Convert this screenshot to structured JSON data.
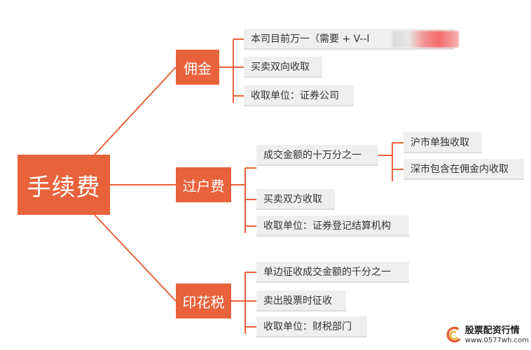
{
  "root": {
    "label": "手续费"
  },
  "branches": {
    "commission": {
      "label": "佣金",
      "items": [
        "本司目前万一（需要 + V--l",
        "买卖双向收取",
        "收取单位：证券公司"
      ]
    },
    "transfer": {
      "label": "过户费",
      "items": [
        "成交金额的十万分之一",
        "买卖双方收取",
        "收取单位：证券登记结算机构"
      ],
      "sub_items": [
        "沪市单独收取",
        "深市包含在佣金内收取"
      ]
    },
    "stamp": {
      "label": "印花税",
      "items": [
        "单边征收成交金额的千分之一",
        "卖出股票时征收",
        "收取单位：财税部门"
      ]
    }
  },
  "watermark": {
    "title": "股票配资行情",
    "url": "www.0577wh.com"
  },
  "colors": {
    "accent": "#e8623b",
    "line": "#e8623b",
    "leaf_bg": "#efefef"
  }
}
